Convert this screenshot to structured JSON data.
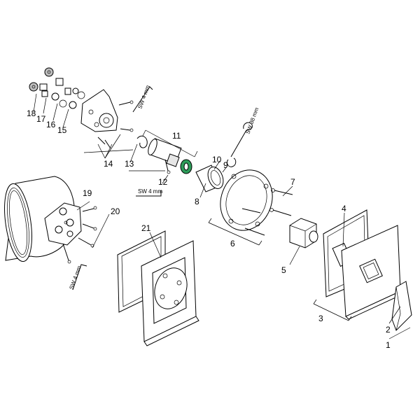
{
  "diagram": {
    "callouts": [
      "1",
      "2",
      "3",
      "4",
      "5",
      "6",
      "7",
      "8",
      "9",
      "10",
      "11",
      "12",
      "13",
      "14",
      "15",
      "16",
      "17",
      "18",
      "19",
      "20",
      "21"
    ],
    "tool_labels": {
      "sw4_top": "SW 4 mm",
      "sw38": "SW 38 mm",
      "sw4_mid": "SW 4 mm",
      "sw4_left": "SW 4 mm"
    },
    "colors": {
      "line": "#000000",
      "accent_cartridge_ring": "#2e9c5a",
      "fill_gray": "#bfbfbf"
    }
  }
}
